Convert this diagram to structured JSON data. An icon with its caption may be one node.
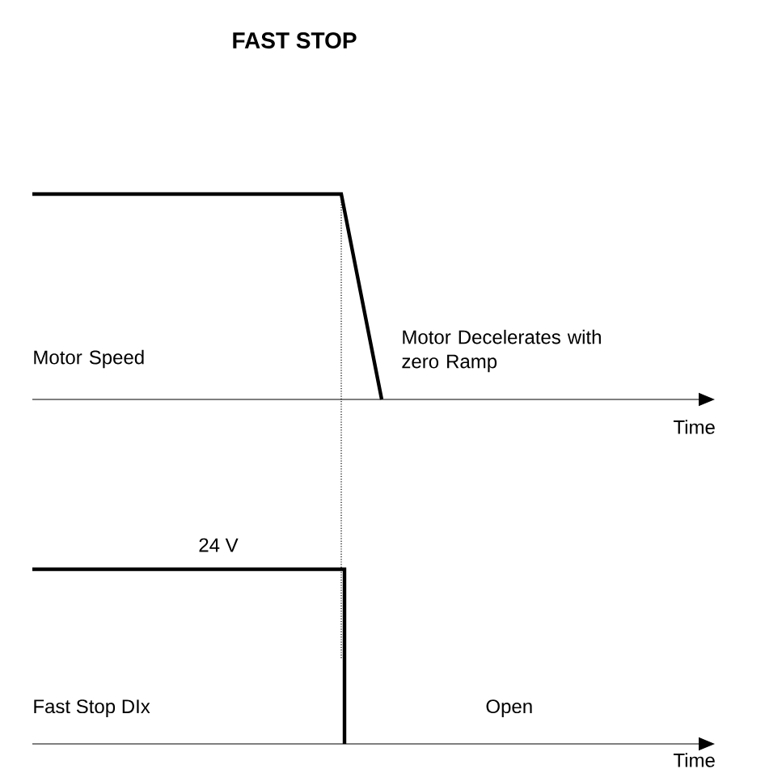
{
  "diagram": {
    "title": "FAST STOP",
    "labels": [
      "Motor Speed",
      "Motor Decelerates with zero Ramp",
      "Time",
      "24 V",
      "Fast Stop DIx",
      "Open",
      "Time"
    ]
  }
}
